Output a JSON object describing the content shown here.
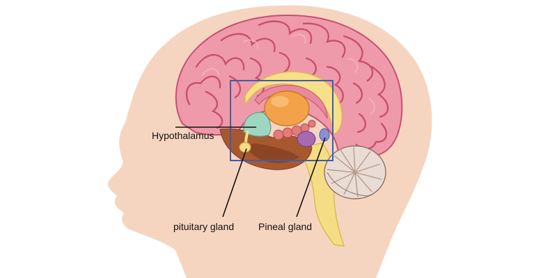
{
  "labels": {
    "hypothalamus": "Hypothalamus",
    "pituitary": "pituitary gland",
    "pineal": "Pineal gland"
  },
  "colors": {
    "skin": "#f6d5c0",
    "brain": "#ef9aaa",
    "gyrus_line": "#c74f6f",
    "thalamus": "#f3a24a",
    "corpus_callosum": "#f8e08a",
    "hypothalamus": "#9fd6c0",
    "cerebellum": "#e9dcd5",
    "brainstem": "#f5dd86",
    "highlight_box": "#3e5da8",
    "label_text": "#111111"
  },
  "icons": [
    "head-silhouette",
    "brain-sagittal-section"
  ]
}
